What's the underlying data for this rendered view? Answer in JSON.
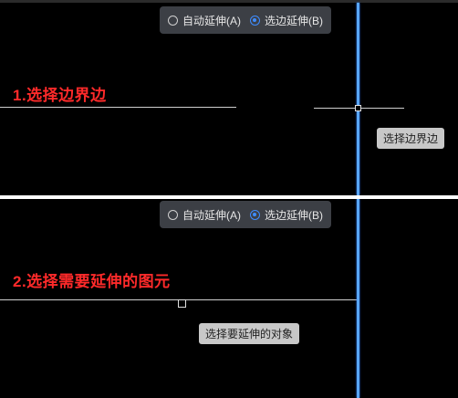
{
  "top": {
    "mode_options": [
      {
        "label": "自动延伸(A)",
        "selected": false
      },
      {
        "label": "选边延伸(B)",
        "selected": true
      }
    ],
    "step_title": "1.选择边界边",
    "tooltip": "选择边界边"
  },
  "bottom": {
    "mode_options": [
      {
        "label": "自动延伸(A)",
        "selected": false
      },
      {
        "label": "选边延伸(B)",
        "selected": true
      }
    ],
    "step_title": "2.选择需要延伸的图元",
    "tooltip": "选择要延伸的对象"
  },
  "colors": {
    "canvas_bg": "#000000",
    "step_text": "#ff2a2a",
    "boundary_line": "#58a6ff",
    "radio_selected": "#3f8cff",
    "toolbar_bg": "#3c3f45",
    "tooltip_bg": "#c8c8c8"
  }
}
